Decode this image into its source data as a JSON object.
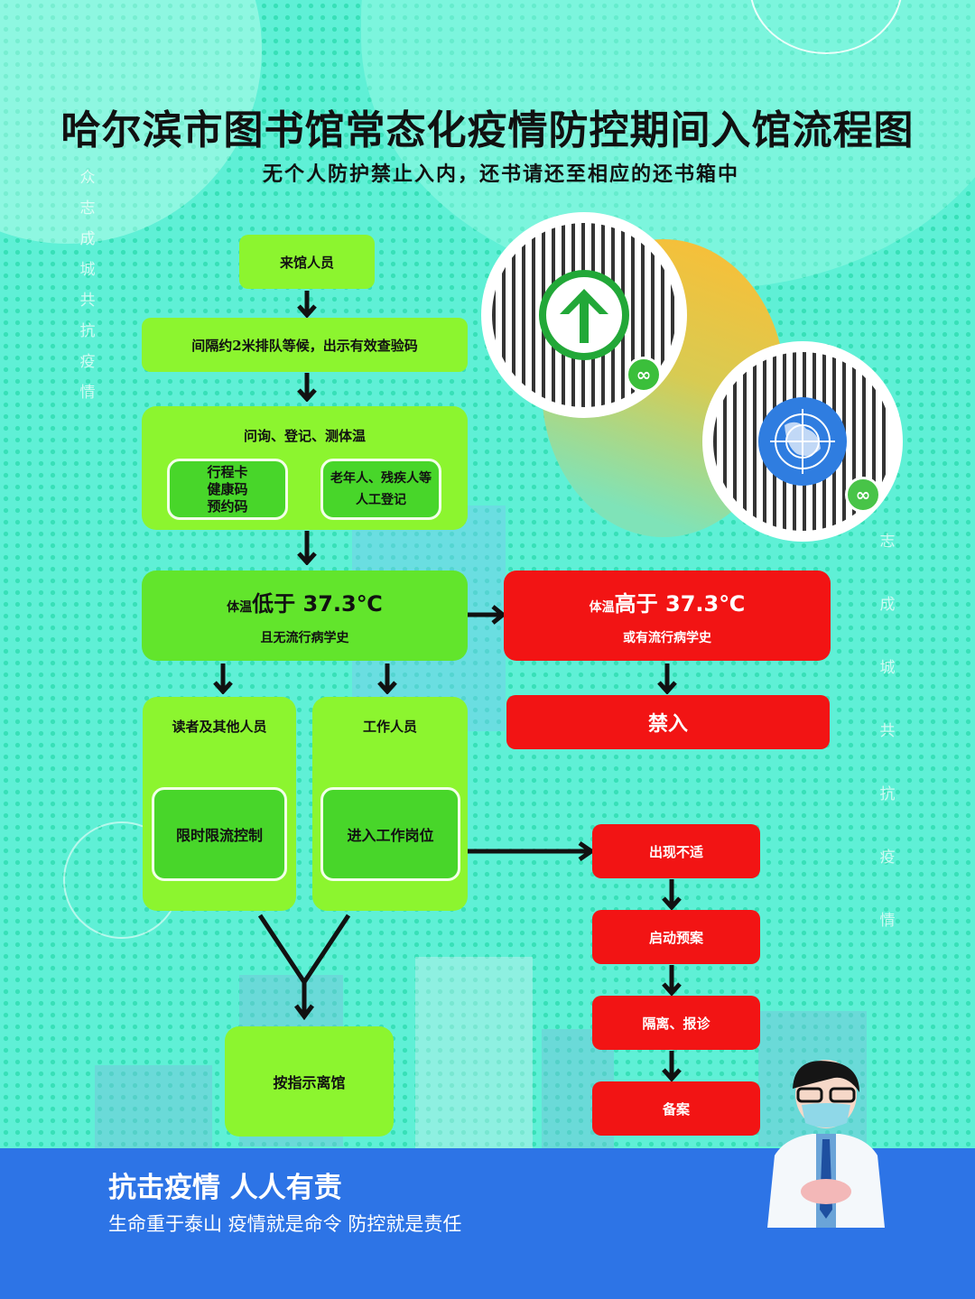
{
  "header": {
    "title": "哈尔滨市图书馆常态化疫情防控期间入馆流程图",
    "subtitle": "无个人防护禁止入内，还书请还至相应的还书箱中"
  },
  "side_text": {
    "left": [
      "众",
      "志",
      "成",
      "城",
      "共",
      "抗",
      "疫",
      "情"
    ],
    "right": [
      "志",
      "成",
      "城",
      "共",
      "抗",
      "疫",
      "情"
    ]
  },
  "flow": {
    "step1": "来馆人员",
    "step2": "间隔约2米排队等候，出示有效查验码",
    "step3": {
      "title": "问询、登记、测体温",
      "left_box": [
        "行程卡",
        "健康码",
        "预约码"
      ],
      "right_box": [
        "老年人、残疾人等",
        "人工登记"
      ]
    },
    "normal": {
      "prefix": "体温",
      "main": "低于 37.3℃",
      "sub": "且无流行病学史"
    },
    "abnormal": {
      "prefix": "体温",
      "main": "高于 37.3℃",
      "sub": "或有流行病学史"
    },
    "deny": "禁入",
    "readers": {
      "title": "读者及其他人员",
      "action": "限时限流控制"
    },
    "staff": {
      "title": "工作人员",
      "action": "进入工作岗位"
    },
    "leave": "按指示离馆",
    "emergency": [
      "出现不适",
      "启动预案",
      "隔离、报诊",
      "备案"
    ]
  },
  "qr_codes": [
    {
      "name": "travel-code-qr",
      "center_icon": "up-arrow-icon",
      "center_color": "#22a838"
    },
    {
      "name": "health-code-qr",
      "center_icon": "radar-map-icon",
      "center_color": "#2f7de0"
    }
  ],
  "footer": {
    "title": "抗击疫情 人人有责",
    "subtitle": "生命重于泰山  疫情就是命令 防控就是责任"
  },
  "colors": {
    "background": "#5ff0d6",
    "green_light": "#8cf52f",
    "green_dark": "#62e52c",
    "red": "#f21414",
    "footer_blue": "#2d74e6"
  }
}
